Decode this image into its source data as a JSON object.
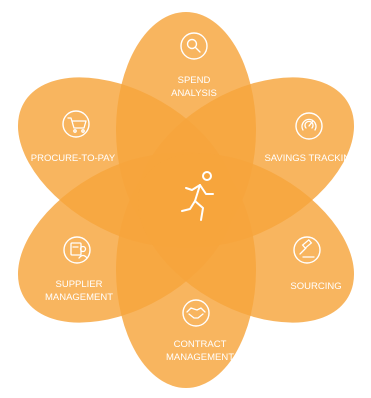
{
  "diagram": {
    "center_icon": "running-person-icon",
    "colors": {
      "petal": "#F6A53C",
      "overlap": "#F09A2E",
      "line": "#ffffff",
      "background": "#ffffff"
    },
    "segments": [
      {
        "id": "spend-analysis",
        "label_lines": [
          "SPEND",
          "ANALYSIS"
        ],
        "icon": "magnifier-icon"
      },
      {
        "id": "savings-tracking",
        "label_lines": [
          "SAVINGS TRACKING"
        ],
        "icon": "target-gauge-icon"
      },
      {
        "id": "sourcing",
        "label_lines": [
          "SOURCING"
        ],
        "icon": "gavel-icon"
      },
      {
        "id": "contract-management",
        "label_lines": [
          "CONTRACT",
          "MANAGEMENT"
        ],
        "icon": "handshake-icon"
      },
      {
        "id": "supplier-management",
        "label_lines": [
          "SUPPLIER",
          "MANAGEMENT"
        ],
        "icon": "supplier-user-icon"
      },
      {
        "id": "procure-to-pay",
        "label_lines": [
          "PROCURE-TO-PAY"
        ],
        "icon": "shopping-cart-icon"
      }
    ]
  }
}
